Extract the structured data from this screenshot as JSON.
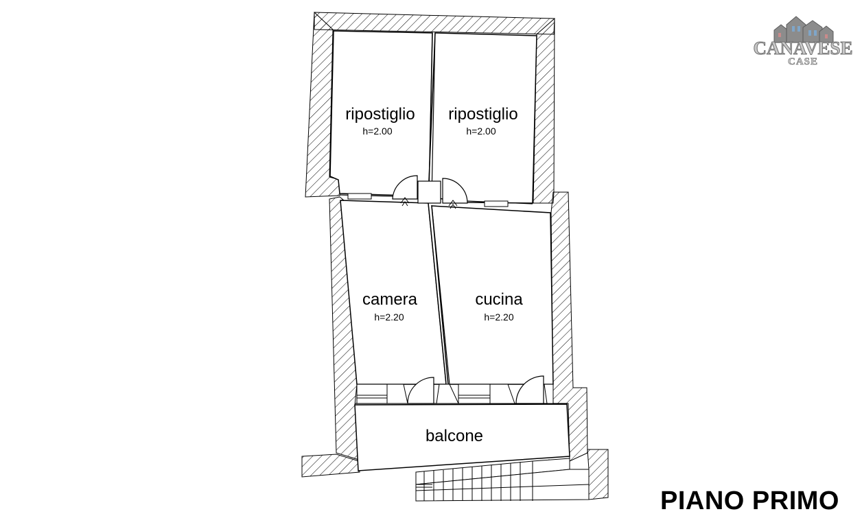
{
  "rooms": {
    "ripostiglio_left": {
      "name": "ripostiglio",
      "height": "h=2.00"
    },
    "ripostiglio_right": {
      "name": "ripostiglio",
      "height": "h=2.00"
    },
    "camera": {
      "name": "camera",
      "height": "h=2.20"
    },
    "cucina": {
      "name": "cucina",
      "height": "h=2.20"
    },
    "balcone": {
      "name": "balcone"
    }
  },
  "floor_title": "PIANO PRIMO",
  "logo": {
    "brand": "CANAVESE",
    "sub": "CASE"
  }
}
